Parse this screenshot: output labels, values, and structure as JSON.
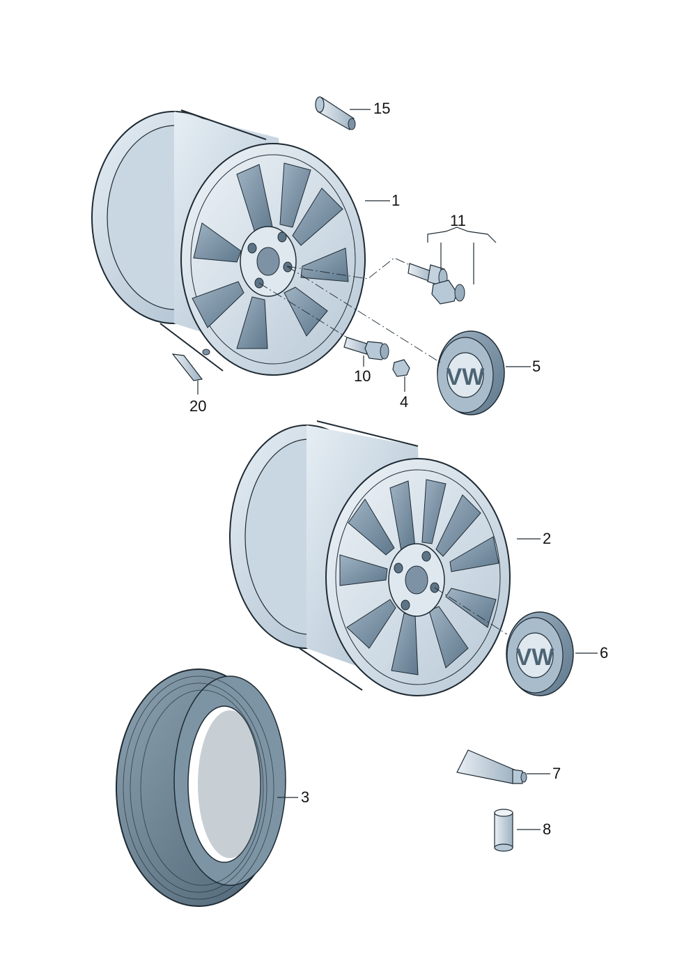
{
  "labels": {
    "p1": "1",
    "p2": "2",
    "p3": "3",
    "p4": "4",
    "p5": "5",
    "p6": "6",
    "p7": "7",
    "p8": "8",
    "p10": "10",
    "p11": "11",
    "p15": "15",
    "p20": "20"
  },
  "colors": {
    "metal_light": "#d7e2ea",
    "metal_mid": "#a9bccb",
    "metal_dark": "#6f8799",
    "outline": "#1e2a33",
    "tire": "#6d8494",
    "background": "#ffffff"
  }
}
